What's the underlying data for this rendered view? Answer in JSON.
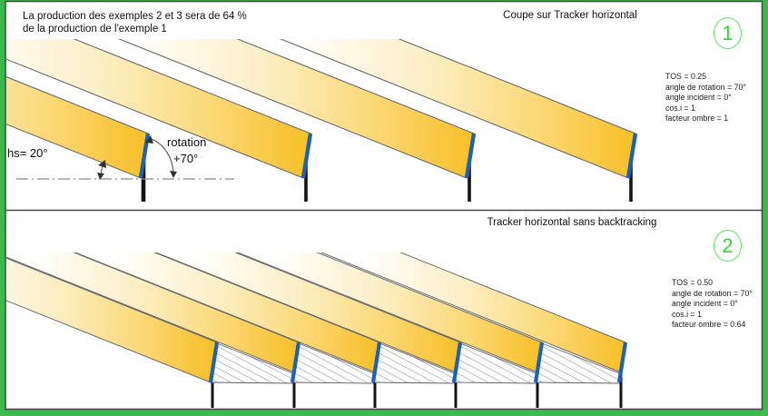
{
  "figure": {
    "kind": "solar-tracker-cross-section-diagram"
  },
  "sections": [
    {
      "badge": "1",
      "title": "Coupe sur Tracker horizontal",
      "note_line1": "La production des exemples 2 et 3 sera de 64 %",
      "note_line2": "de la production de l'exemple 1",
      "params": [
        "TOS = 0.25",
        "angle de rotation = 70°",
        "angle incident = 0°",
        "cos.i = 1",
        "facteur ombre = 1"
      ],
      "annotations": {
        "hs_label": "hs= 20°",
        "rotation_label_1": "rotation",
        "rotation_label_2": "+70°"
      },
      "tracker_count": 4,
      "post_x": [
        157,
        336,
        516,
        694
      ]
    },
    {
      "badge": "2",
      "title": "Tracker horizontal sans backtracking",
      "params": [
        "TOS = 0.50",
        "angle de rotation = 70°",
        "angle incident = 0°",
        "cos.i = 1",
        "facteur ombre = 0.64"
      ],
      "tracker_count": 6,
      "post_x": [
        233,
        323,
        412,
        501,
        591,
        683
      ]
    }
  ],
  "colors": {
    "frame_green": "#3CB94C",
    "border_gray": "#4A4A4A",
    "beam_face": "#F8BF28",
    "beam_mid": "#FBD977",
    "beam_light": "#FCEFC6",
    "beam_white": "#FFFFFF",
    "beam_outline": "#6A6A6A",
    "panel_blue": "#1B62BB",
    "post_black": "#141414",
    "hatch_line": "#787878",
    "dash_gray": "#8B8B8B",
    "arc_gray": "#555555",
    "badge_green": "#2FD82F",
    "badge_ring": "#5BE45B",
    "text": "#111111"
  }
}
